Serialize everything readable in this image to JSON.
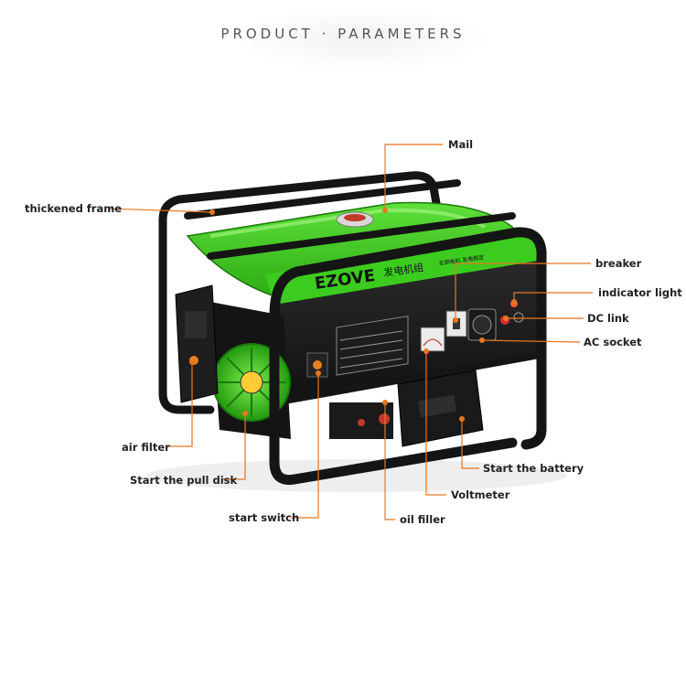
{
  "header": {
    "title": "PRODUCT · PARAMETERS"
  },
  "product": {
    "brand": "EZOVE",
    "panel_title": "发电机组",
    "panel_subtitle": "全铜电机 发电稳定",
    "accent_color": "#35c51a",
    "callout_color": "#e8761e"
  },
  "labels": {
    "mail": "Mail",
    "thickened_frame": "thickened frame",
    "breaker": "breaker",
    "indicator_light": "indicator light",
    "dc_link": "DC link",
    "ac_socket": "AC socket",
    "air_filter": "air filter",
    "start_pull_disk": "Start the pull disk",
    "start_battery": "Start the battery",
    "voltmeter": "Voltmeter",
    "start_switch": "start switch",
    "oil_filler": "oil filler"
  }
}
